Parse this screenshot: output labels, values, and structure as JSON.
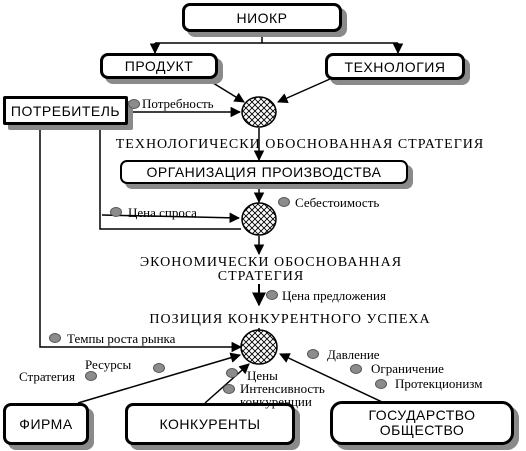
{
  "boxes": {
    "niokr": "НИОКР",
    "product": "ПРОДУКТ",
    "technology": "ТЕХНОЛОГИЯ",
    "consumer": "ПОТРЕБИТЕЛЬ",
    "production_org_1": "ОРГАНИЗАЦИЯ",
    "production_org_2": "ПРОИЗВОДСТВА",
    "firm": "ФИРМА",
    "competitors": "КОНКУРЕНТЫ",
    "state_1": "ГОСУДАРСТВО",
    "state_2": "ОБЩЕСТВО"
  },
  "headings": {
    "tech_strategy": "ТЕХНОЛОГИЧЕСКИ ОБОСНОВАННАЯ СТРАТЕГИЯ",
    "econ_strategy_1": "ЭКОНОМИЧЕСКИ ОБОСНОВАННАЯ",
    "econ_strategy_2": "СТРАТЕГИЯ",
    "competitive_success": "ПОЗИЦИЯ КОНКУРЕНТНОГО УСПЕХА"
  },
  "labels": {
    "need": "Потребность",
    "demand_price": "Цена спроса",
    "cost": "Себестоимость",
    "offer_price": "Цена предложения",
    "market_growth": "Темпы роста рынка",
    "resources": "Ресурсы",
    "strategy": "Стратегия",
    "prices": "Цены",
    "intensity_1": "Интенсивность",
    "intensity_2": "конкуренции",
    "pressure": "Давление",
    "restriction": "Ограничение",
    "protectionism": "Протекционизм"
  },
  "colors": {
    "stroke": "#000000",
    "shadow": "#8a8a8a",
    "dot": "#8c8c8c",
    "hatch": "#000000"
  }
}
